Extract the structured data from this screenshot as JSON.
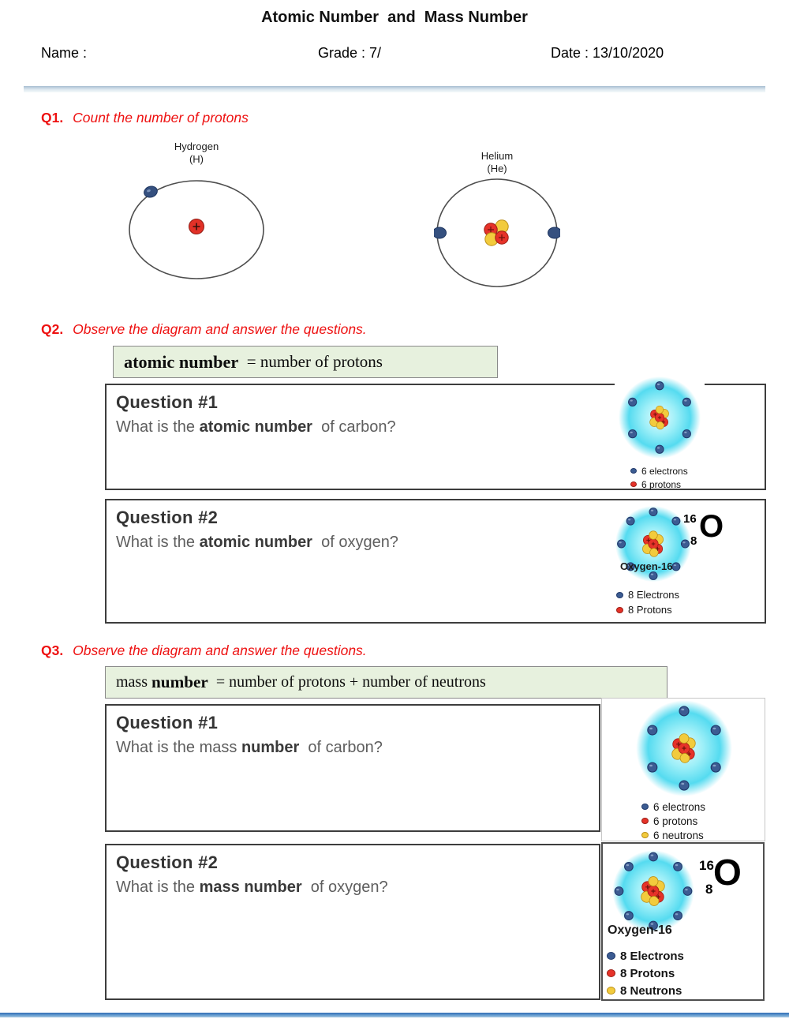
{
  "colors": {
    "accent_red": "#ee1111",
    "electron_blue": "#3c5c92",
    "proton_red": "#e63229",
    "neutron_yellow": "#f2cb3d",
    "definition_bg": "#e7f1de",
    "bottom_rule_blue": "#2f6db5"
  },
  "header": {
    "title": "Atomic Number  and  Mass Number",
    "name_label": "Name :",
    "grade_label": "Grade : 7/",
    "date_label": "Date : 13/10/2020"
  },
  "q1": {
    "label": "Q1.",
    "prompt": "Count the number of protons",
    "hydrogen_label": "Hydrogen",
    "hydrogen_symbol": "(H)",
    "helium_label": "Helium",
    "helium_symbol": "(He)"
  },
  "q2": {
    "label": "Q2.",
    "prompt": "Observe the diagram and answer the questions.",
    "definition": {
      "bold": "atomic number",
      "rest": "  = number of protons"
    },
    "q1": {
      "heading": "Question #1",
      "prefix": "What is the ",
      "bold": "atomic number",
      "suffix": "  of carbon?",
      "legend": [
        {
          "label": "6 electrons"
        },
        {
          "label": "6 protons"
        }
      ]
    },
    "q2": {
      "heading": "Question #2",
      "prefix": "What is the ",
      "bold": "atomic number",
      "suffix": "  of oxygen?",
      "isotope": {
        "mass": "16",
        "atomic": "8",
        "symbol": "O",
        "name": "Oxygen-16"
      },
      "legend": [
        {
          "label": "8 Electrons"
        },
        {
          "label": "8 Protons"
        }
      ]
    }
  },
  "q3": {
    "label": "Q3.",
    "prompt": "Observe the diagram and answer the questions.",
    "definition": {
      "pre": "mass ",
      "bold": "number",
      "rest": "  = number of protons + number of neutrons"
    },
    "q1": {
      "heading": "Question #1",
      "prefix": "What is the mass ",
      "bold": "number",
      "suffix": "  of carbon?",
      "legend": [
        {
          "label": "6 electrons"
        },
        {
          "label": "6 protons"
        },
        {
          "label": "6 neutrons"
        }
      ]
    },
    "q2": {
      "heading": "Question #2",
      "prefix": "What is the ",
      "bold": "mass number",
      "suffix": "  of oxygen?",
      "isotope": {
        "mass": "16",
        "atomic": "8",
        "symbol": "O",
        "name": "Oxygen-16"
      },
      "legend": [
        {
          "label": "8 Electrons"
        },
        {
          "label": "8 Protons"
        },
        {
          "label": "8 Neutrons"
        }
      ]
    }
  }
}
